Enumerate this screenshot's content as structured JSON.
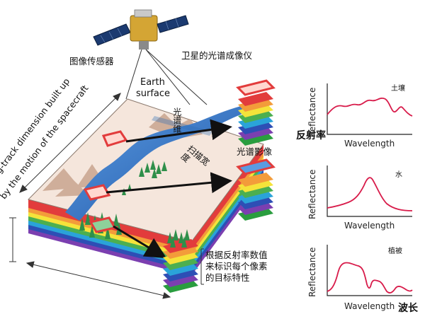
{
  "labels": {
    "image_sensor": "图像传感器",
    "spectral_imager": "卫星的光谱成像仪",
    "earth_surface_line1": "Earth",
    "earth_surface_line2": "surface",
    "along_track_line1": "Along-track dimension built up",
    "along_track_line2": "by the motion of the spacecraft",
    "spectral_dim": "光谱维",
    "scan_width": "扫描宽度",
    "spectral_image": "光谱影像",
    "reflectance_cn": "反射率",
    "wavelength_cn": "波长",
    "note_line1": "根据反射率数值",
    "note_line2": "来标识每个像素",
    "note_line3": "的目标特性"
  },
  "panels": [
    {
      "id": "soil",
      "tag": "土壤",
      "ylabel": "Reflectance",
      "xlabel": "Wavelength"
    },
    {
      "id": "water",
      "tag": "水",
      "ylabel": "Reflectance",
      "xlabel": "Wavelength"
    },
    {
      "id": "vegetation",
      "tag": "植被",
      "ylabel": "Reflectance",
      "xlabel": "Wavelength"
    }
  ],
  "colors": {
    "curve": "#d81b4a",
    "river": "#2f6db5",
    "surface": "#f5e6dc",
    "layers": [
      "#e23c3c",
      "#f39c3a",
      "#f5e33a",
      "#4caf50",
      "#2aa3d9",
      "#2d4fb5",
      "#7b3fb0",
      "#2a9d3f"
    ]
  }
}
